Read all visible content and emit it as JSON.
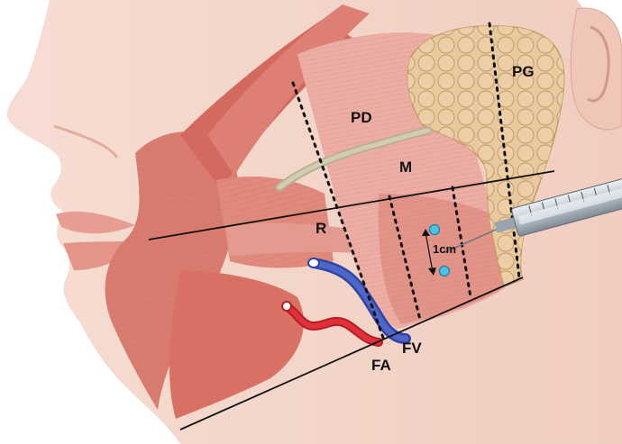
{
  "labels": {
    "parotid_gland": "PG",
    "parotid_duct": "PD",
    "masseter": "M",
    "risorius": "R",
    "facial_artery": "FA",
    "facial_vein": "FV",
    "measurement": "1cm"
  },
  "colors": {
    "skin": "#f3d3c8",
    "skin_shadow": "#e7b8a8",
    "muscle": "#d9796d",
    "muscle_light": "#eaa398",
    "masseter": "#e9a99f",
    "gland": "#e6c49a",
    "gland_shadow": "#c9a06e",
    "duct": "#c9c2a6",
    "artery": "#d8272d",
    "vein": "#3f56b8",
    "injection_point": "#49c4e6",
    "syringe_barrel": "#c8d0d8",
    "guide_lines": "#111111"
  }
}
